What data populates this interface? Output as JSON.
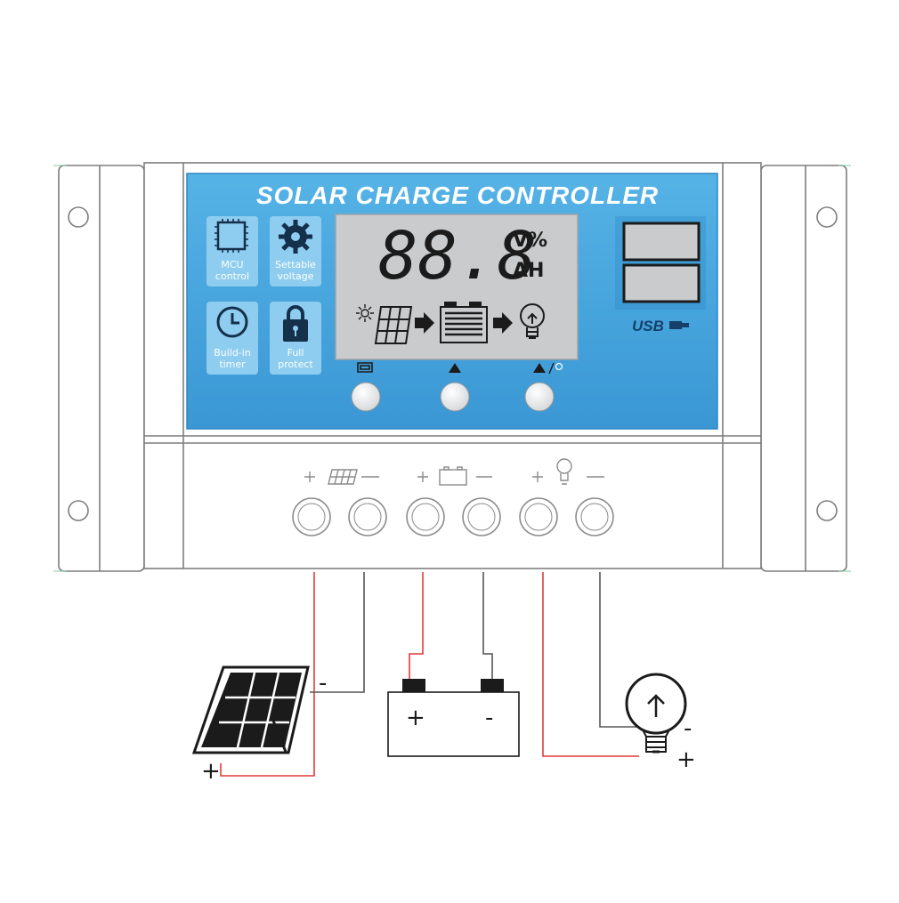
{
  "title": "SOLAR CHARGE CONTROLLER",
  "display": {
    "digits": "88.8",
    "unit_top": "V%",
    "unit_bottom": "AH"
  },
  "features": [
    {
      "icon": "chip-icon",
      "line1": "MCU",
      "line2": "control"
    },
    {
      "icon": "gear-icon",
      "line1": "Settable",
      "line2": "voltage"
    },
    {
      "icon": "clock-icon",
      "line1": "Build-in",
      "line2": "timer"
    },
    {
      "icon": "padlock-icon",
      "line1": "Full",
      "line2": "protect"
    }
  ],
  "usb_label": "USB",
  "buttons": [
    {
      "icon": "menu-icon"
    },
    {
      "icon": "up-arrow-icon"
    },
    {
      "icon": "up-arrow-bulb-icon"
    }
  ],
  "terminals": [
    {
      "group": "solar",
      "icon": "solar-panel-icon"
    },
    {
      "group": "battery",
      "icon": "battery-icon"
    },
    {
      "group": "load",
      "icon": "bulb-icon"
    }
  ],
  "wiring": {
    "panel_minus": "-",
    "panel_plus": "+",
    "battery_plus": "+",
    "battery_minus": "-",
    "load_minus": "-",
    "load_plus": "+"
  },
  "colors": {
    "face_blue": "#4aa8de",
    "face_blue_dark": "#2f86c4",
    "lcd": "#c9cbcc",
    "title": "#ffffff",
    "feature_bg": "#8ecdf0",
    "wire_positive": "#e23b3b",
    "wire_negative": "#555555",
    "body_outline": "#7d7d7d"
  }
}
